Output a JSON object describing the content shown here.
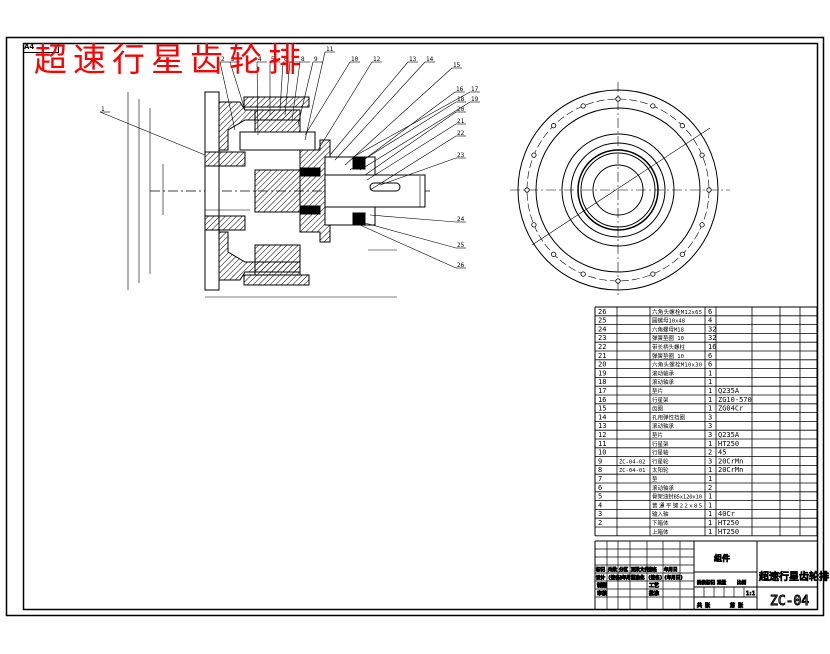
{
  "drawing": {
    "title": "超速行星齿轮排",
    "sheet_size": "A4",
    "drawing_number": "ZC-04",
    "assembly_label": "组件",
    "scale": "1:1",
    "view_labels": {
      "section_view": "assembly-section",
      "end_view": "end-view"
    },
    "balloon_numbers": [
      "1",
      "2",
      "3",
      "4",
      "5",
      "6",
      "7",
      "8",
      "9",
      "10",
      "11",
      "12",
      "13",
      "14",
      "15",
      "16",
      "17",
      "18",
      "19",
      "20",
      "21",
      "22",
      "23",
      "24",
      "25",
      "26"
    ]
  },
  "parts_list": {
    "rows": [
      {
        "no": "26",
        "code": "",
        "name": "六角头螺栓M12x65",
        "qty": "6",
        "material": ""
      },
      {
        "no": "25",
        "code": "",
        "name": "圆螺母10x48",
        "qty": "4",
        "material": ""
      },
      {
        "no": "24",
        "code": "",
        "name": "六角螺母M18",
        "qty": "32",
        "material": ""
      },
      {
        "no": "23",
        "code": "",
        "name": "弹簧垫圈 10",
        "qty": "32",
        "material": ""
      },
      {
        "no": "22",
        "code": "",
        "name": "带长柄头螺柱",
        "qty": "16",
        "material": ""
      },
      {
        "no": "21",
        "code": "",
        "name": "弹簧垫圈 10",
        "qty": "6",
        "material": ""
      },
      {
        "no": "20",
        "code": "",
        "name": "六角头螺栓M10x30",
        "qty": "6",
        "material": ""
      },
      {
        "no": "19",
        "code": "",
        "name": "滚动轴承",
        "qty": "1",
        "material": ""
      },
      {
        "no": "18",
        "code": "",
        "name": "滚动轴承",
        "qty": "1",
        "material": ""
      },
      {
        "no": "17",
        "code": "",
        "name": "垫片",
        "qty": "1",
        "material": "Q235A"
      },
      {
        "no": "16",
        "code": "",
        "name": "行星架",
        "qty": "1",
        "material": "ZG10-570"
      },
      {
        "no": "15",
        "code": "",
        "name": "齿圈",
        "qty": "1",
        "material": "ZG04Cr"
      },
      {
        "no": "14",
        "code": "",
        "name": "孔用弹性挡圈",
        "qty": "3",
        "material": ""
      },
      {
        "no": "13",
        "code": "",
        "name": "滚动轴承",
        "qty": "3",
        "material": ""
      },
      {
        "no": "12",
        "code": "",
        "name": "垫片",
        "qty": "3",
        "material": "Q235A"
      },
      {
        "no": "11",
        "code": "",
        "name": "行星架",
        "qty": "1",
        "material": "HT250"
      },
      {
        "no": "10",
        "code": "",
        "name": "行星轴",
        "qty": "2",
        "material": "45"
      },
      {
        "no": "9",
        "code": "ZC-04-02",
        "name": "行星轮",
        "qty": "3",
        "material": "20CrMn"
      },
      {
        "no": "8",
        "code": "ZC-04-01",
        "name": "太阳轮",
        "qty": "1",
        "material": "20CrMn"
      },
      {
        "no": "7",
        "code": "",
        "name": "垫",
        "qty": "1",
        "material": ""
      },
      {
        "no": "6",
        "code": "",
        "name": "滚动轴承",
        "qty": "2",
        "material": ""
      },
      {
        "no": "5",
        "code": "",
        "name": "骨架油封B5x120x10",
        "qty": "1",
        "material": ""
      },
      {
        "no": "4",
        "code": "",
        "name": "普通平键22x85",
        "qty": "1",
        "material": ""
      },
      {
        "no": "3",
        "code": "",
        "name": "输入轴",
        "qty": "1",
        "material": "40Cr"
      },
      {
        "no": "2",
        "code": "",
        "name": "下箱体",
        "qty": "1",
        "material": "HT250"
      },
      {
        "no": "",
        "code": "",
        "name": "上箱体",
        "qty": "1",
        "material": "HT250"
      }
    ]
  },
  "title_block": {
    "rev_header": [
      "标记",
      "处数",
      "分区",
      "更改文件号",
      "签名",
      "年月日"
    ],
    "rev_header2": [
      "设计",
      "(签名)",
      "(年月日)",
      "标准化",
      "(签名)",
      "(年月日)"
    ],
    "roles": [
      "制图",
      "审核"
    ],
    "roles2": [
      "工艺",
      "批准"
    ],
    "stage_header": [
      "阶段标记",
      "重量",
      "比例"
    ],
    "sheet_info": [
      "共 张",
      "第 张"
    ],
    "assembly_label": "组件",
    "title": "超速行星齿轮排",
    "drawing_number": "ZC-04",
    "scale": "1:1"
  }
}
